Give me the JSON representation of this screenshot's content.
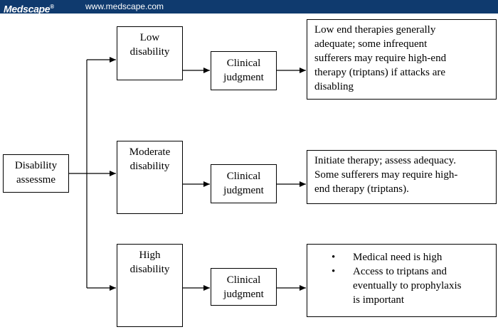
{
  "header": {
    "logo": "Medscape",
    "logo_mark": "®",
    "url": "www.medscape.com",
    "bg_color": "#0f3a6e"
  },
  "diagram": {
    "assessment": [
      "Disability",
      "assessme"
    ],
    "levels": [
      {
        "label": [
          "Low",
          "disability"
        ],
        "judgment": [
          "Clinical",
          "judgment"
        ],
        "note": [
          "Low end therapies generally",
          "adequate; some infrequent",
          "sufferers may require high-end",
          "therapy (triptans) if attacks are",
          "disabling"
        ]
      },
      {
        "label": [
          "Moderate",
          "disability"
        ],
        "judgment": [
          "Clinical",
          "judgment"
        ],
        "note": [
          "Initiate therapy; assess adequacy.",
          "Some sufferers may require high-",
          "end therapy (triptans)."
        ]
      },
      {
        "label": [
          "High",
          "disability"
        ],
        "judgment": [
          "Clinical",
          "judgment"
        ],
        "bullets": [
          [
            "Medical need is high"
          ],
          [
            "Access to triptans and",
            "eventually to prophylaxis",
            "is important"
          ]
        ]
      }
    ]
  }
}
